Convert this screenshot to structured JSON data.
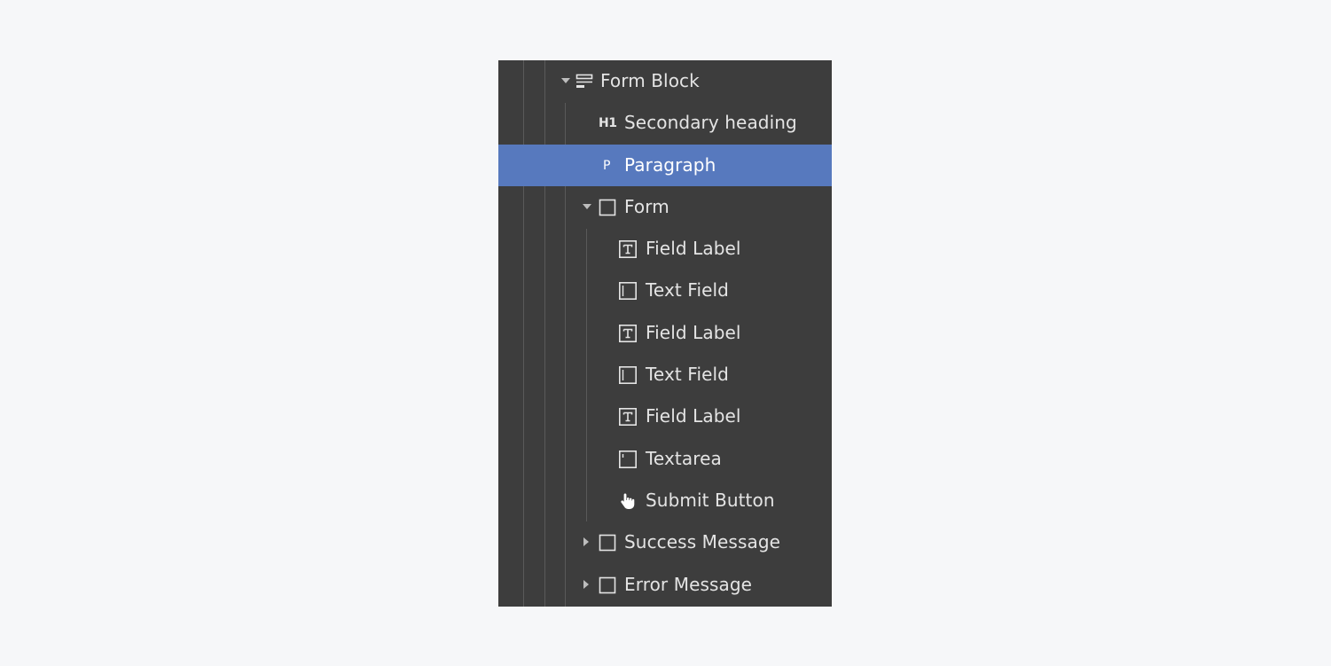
{
  "navigator": {
    "items": [
      {
        "label": "Form Block",
        "icon": "form-block-icon",
        "expanded": true
      },
      {
        "label": "Secondary heading",
        "icon": "heading-icon",
        "glyph": "H1"
      },
      {
        "label": "Paragraph",
        "icon": "paragraph-icon",
        "glyph": "P",
        "selected": true
      },
      {
        "label": "Form",
        "icon": "box-icon",
        "expanded": true
      },
      {
        "label": "Field Label",
        "icon": "field-label-icon"
      },
      {
        "label": "Text Field",
        "icon": "text-field-icon"
      },
      {
        "label": "Field Label",
        "icon": "field-label-icon"
      },
      {
        "label": "Text Field",
        "icon": "text-field-icon"
      },
      {
        "label": "Field Label",
        "icon": "field-label-icon"
      },
      {
        "label": "Textarea",
        "icon": "textarea-icon"
      },
      {
        "label": "Submit Button",
        "icon": "hand-pointer-icon"
      },
      {
        "label": "Success Message",
        "icon": "box-icon",
        "expanded": false
      },
      {
        "label": "Error Message",
        "icon": "box-icon",
        "expanded": false
      }
    ]
  },
  "colors": {
    "panel_bg": "#3d3d3d",
    "selected_bg": "#5779be",
    "text": "#e4e4e4",
    "page_bg": "#f6f7f9"
  }
}
